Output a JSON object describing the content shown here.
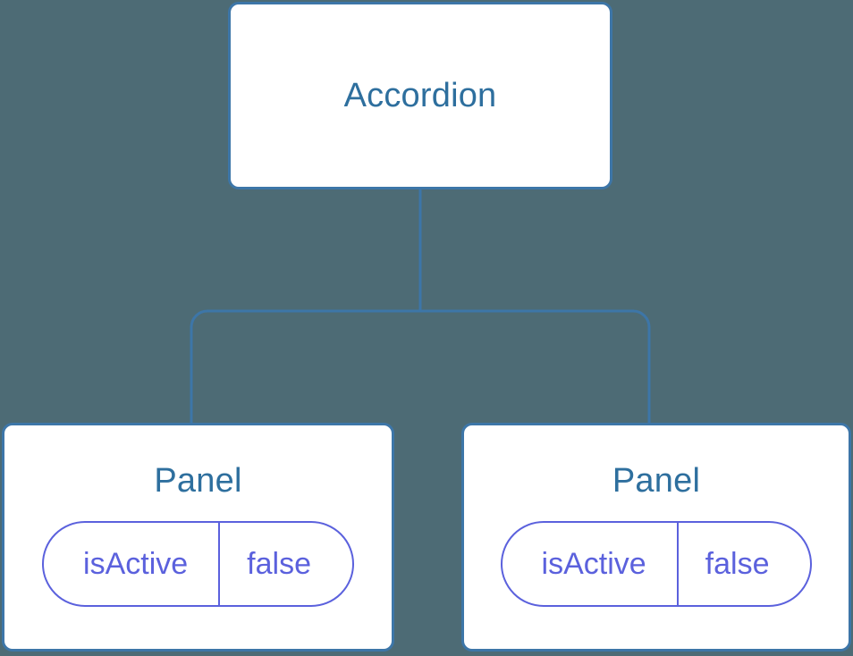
{
  "diagram": {
    "type": "component-tree",
    "background_color": "#4d6b75",
    "node_border_color": "#3d76a8",
    "node_title_color": "#2e6f9e",
    "prop_color": "#5b61dd",
    "edge_color": "#3d76a8",
    "root": {
      "id": "accordion",
      "title": "Accordion"
    },
    "children": [
      {
        "id": "panel-left",
        "title": "Panel",
        "prop": {
          "key": "isActive",
          "value": "false"
        }
      },
      {
        "id": "panel-right",
        "title": "Panel",
        "prop": {
          "key": "isActive",
          "value": "false"
        }
      }
    ]
  }
}
